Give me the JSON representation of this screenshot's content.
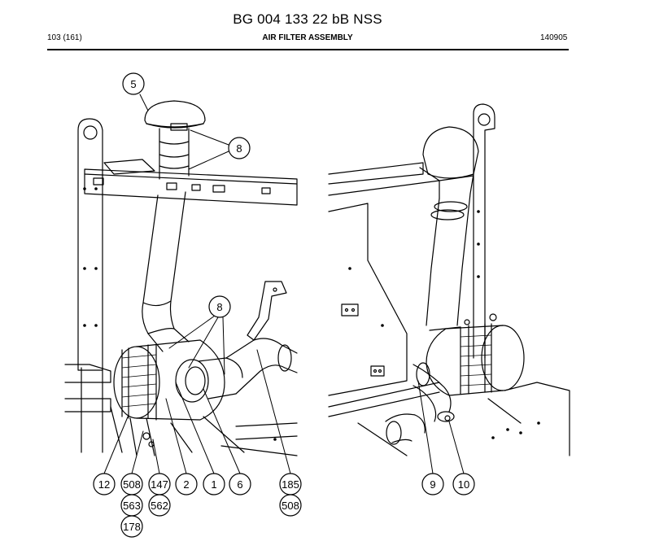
{
  "header": {
    "doc_id": "BG 004 133 22 bB NSS",
    "page": "103 (161)",
    "section_title": "AIR FILTER ASSEMBLY",
    "doc_code": "140905"
  },
  "callouts": {
    "c5": "5",
    "c8a": "8",
    "c8b": "8",
    "c12": "12",
    "c508a": "508",
    "c563": "563",
    "c178": "178",
    "c147": "147",
    "c562": "562",
    "c2": "2",
    "c1": "1",
    "c6": "6",
    "c185": "185",
    "c508b": "508",
    "c9": "9",
    "c10": "10"
  }
}
